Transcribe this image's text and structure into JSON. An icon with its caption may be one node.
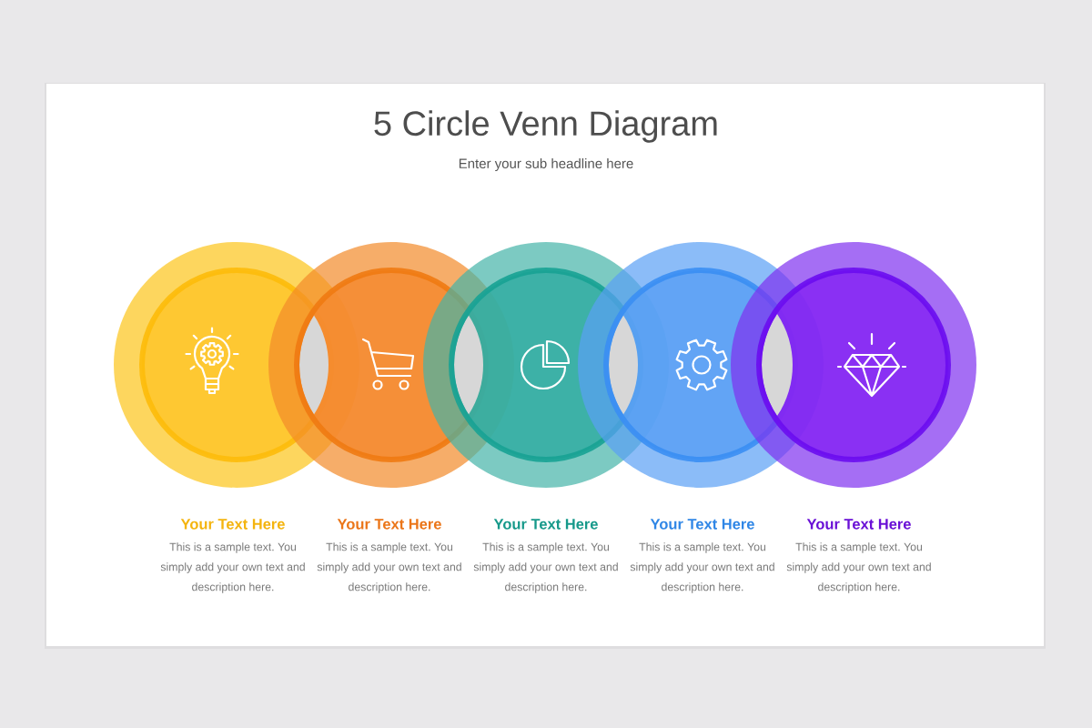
{
  "diagram": {
    "title": "5 Circle Venn Diagram",
    "nodes": [
      {
        "text": [],
        "shape": "circle",
        "beside": [
          "Your Text Here",
          "This is a sample text. You simply add your own text and description here."
        ]
      },
      {
        "text": [],
        "shape": "circle",
        "beside": [
          "Your Text Here",
          "This is a sample text. You simply add your own text and description here."
        ]
      },
      {
        "text": [],
        "shape": "circle",
        "beside": [
          "Your Text Here",
          "This is a sample text. You simply add your own text and description here."
        ]
      },
      {
        "text": [],
        "shape": "circle",
        "beside": [
          "Your Text Here",
          "This is a sample text. You simply add your own text and description here."
        ]
      },
      {
        "text": [],
        "shape": "circle",
        "beside": [
          "Your Text Here",
          "This is a sample text. You simply add your own text and description here."
        ]
      }
    ],
    "labels": [
      "Enter your sub headline here"
    ]
  }
}
